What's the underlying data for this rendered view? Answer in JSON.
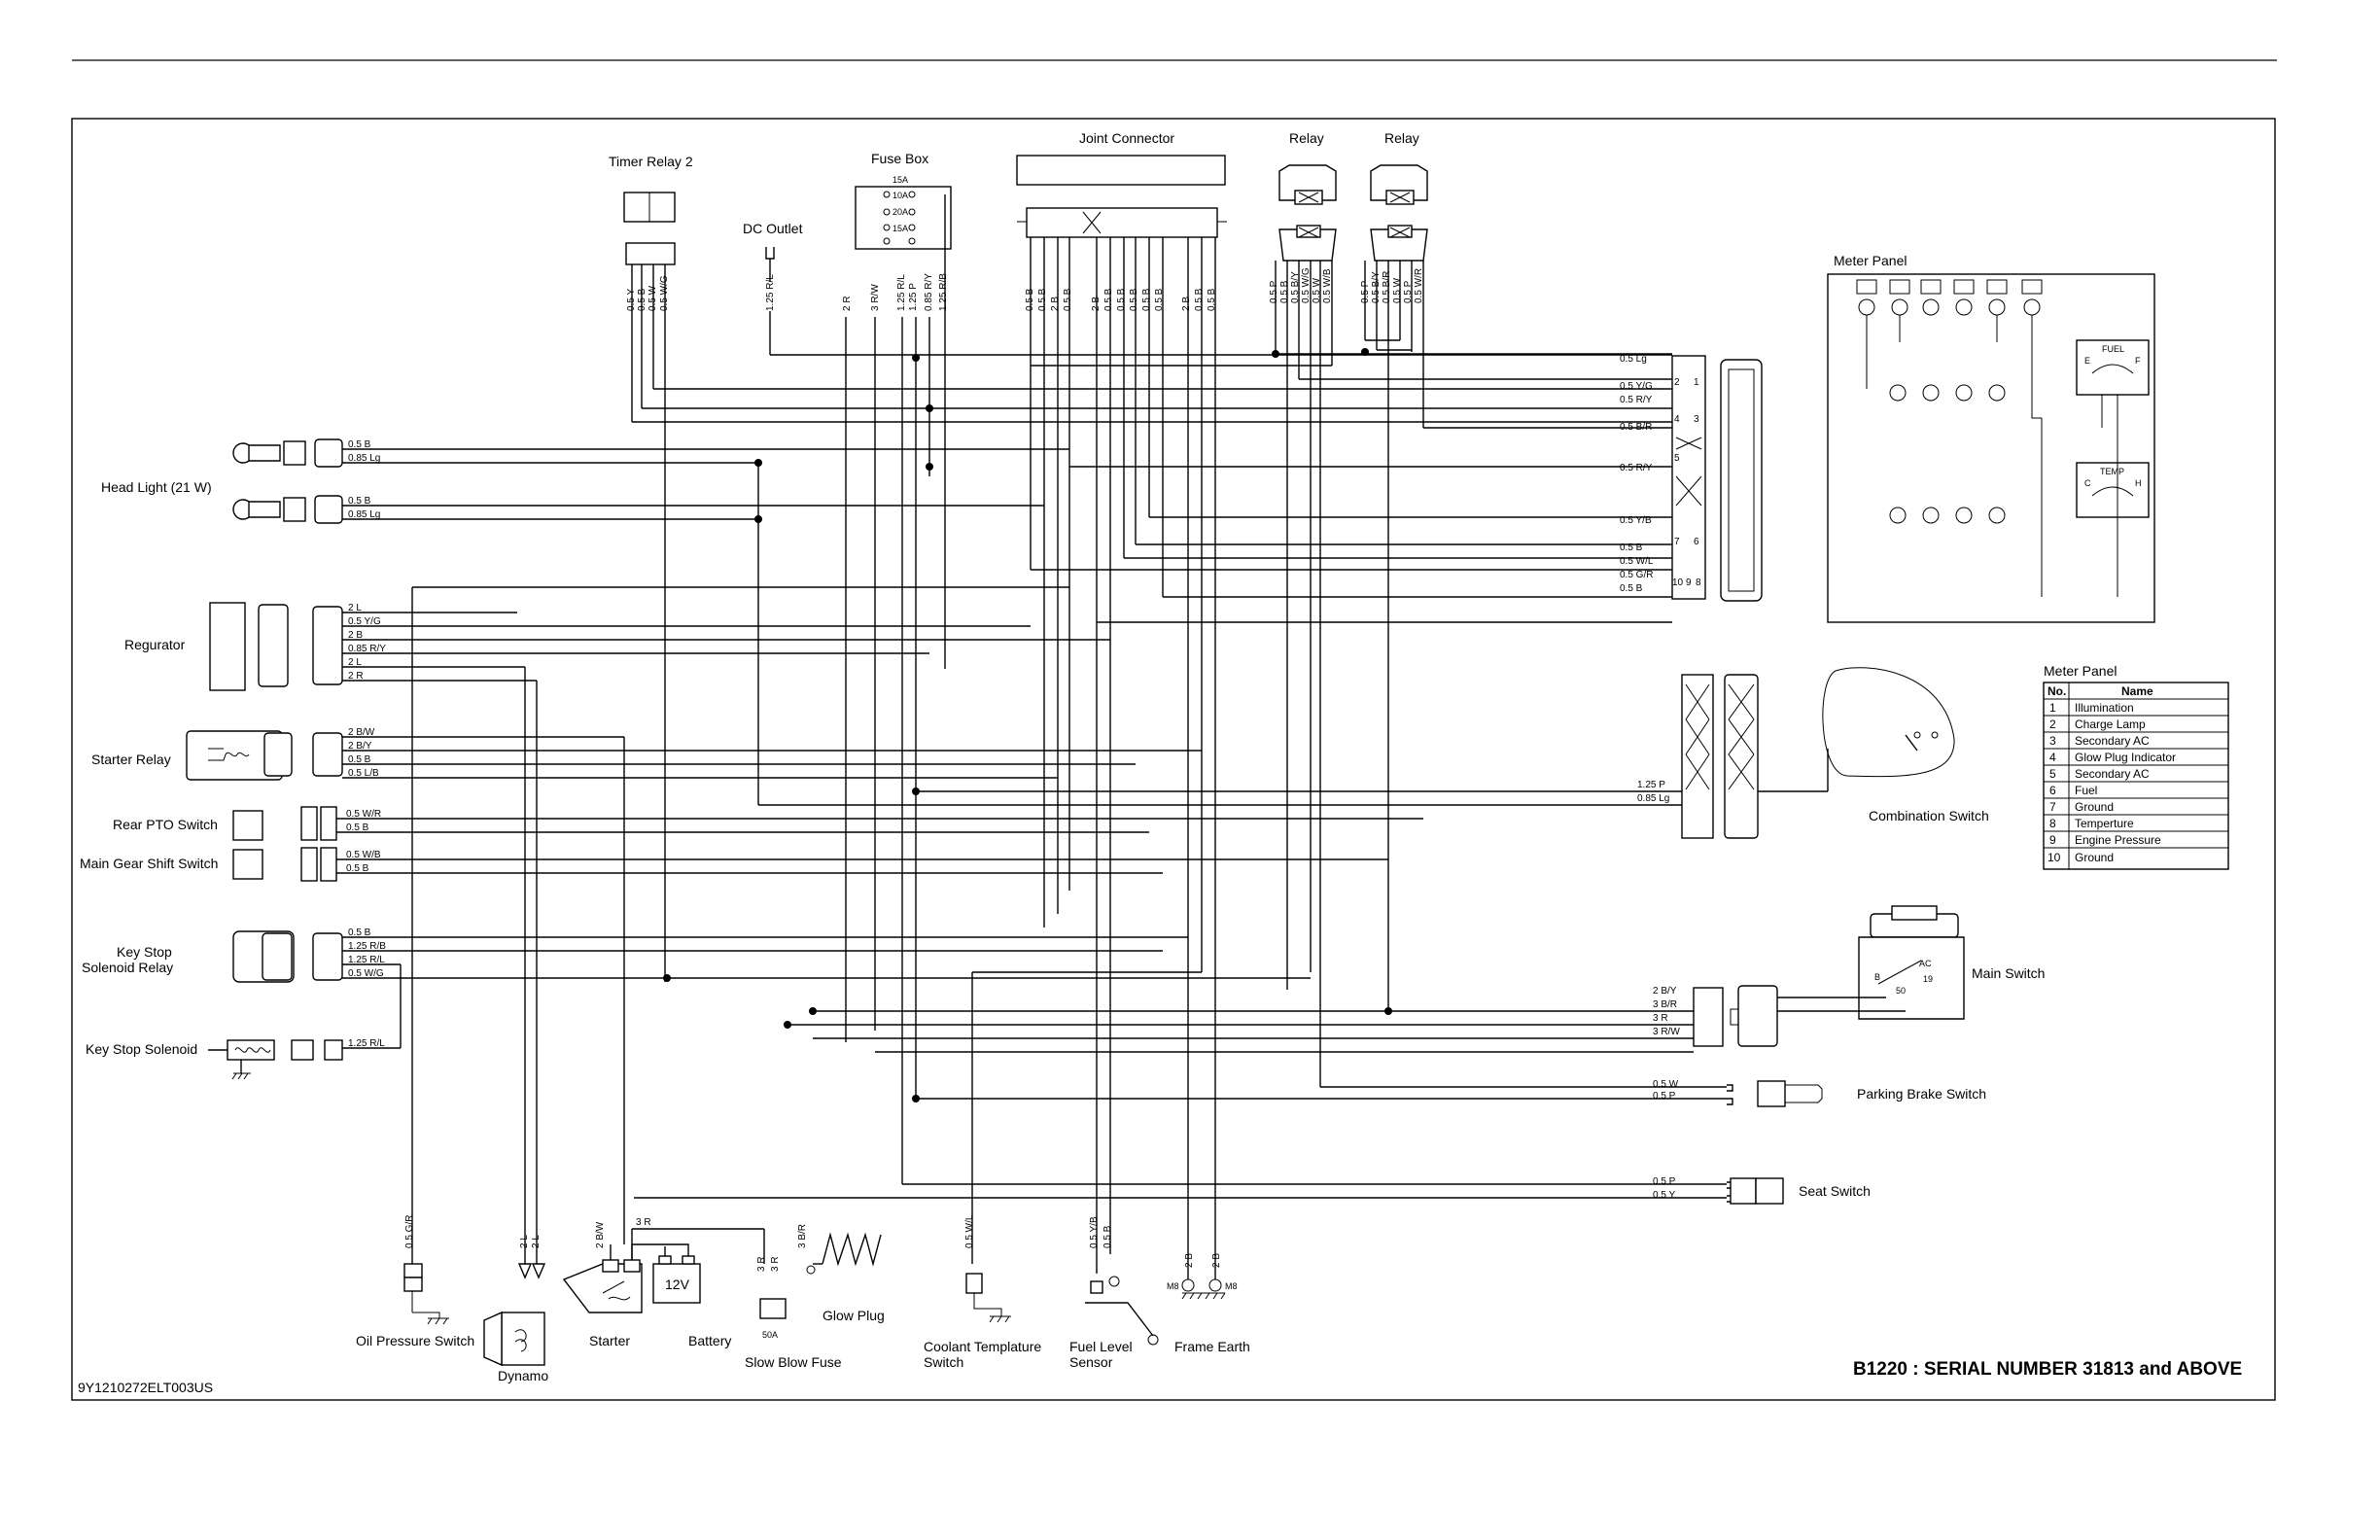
{
  "document": {
    "code": "9Y1210272ELT003US",
    "model_title": "B1220 : SERIAL NUMBER 31813 and ABOVE"
  },
  "components": {
    "timer_relay_2": "Timer Relay 2",
    "fuse_box": "Fuse Box",
    "dc_outlet": "DC Outlet",
    "joint_connector": "Joint Connector",
    "relay_1": "Relay",
    "relay_2": "Relay",
    "meter_panel": "Meter Panel",
    "head_light": "Head Light (21 W)",
    "regurator": "Regurator",
    "starter_relay": "Starter Relay",
    "rear_pto_switch": "Rear PTO Switch",
    "main_gear_shift_switch": "Main Gear Shift Switch",
    "key_stop_solenoid_relay_1": "Key Stop",
    "key_stop_solenoid_relay_2": "Solenoid Relay",
    "key_stop_solenoid": "Key Stop Solenoid",
    "combination_switch": "Combination Switch",
    "main_switch": "Main Switch",
    "parking_brake_switch": "Parking Brake Switch",
    "seat_switch": "Seat Switch",
    "oil_pressure_switch": "Oil Pressure Switch",
    "dynamo": "Dynamo",
    "starter": "Starter",
    "battery": "Battery",
    "battery_voltage": "12V",
    "slow_blow_fuse": "Slow Blow Fuse",
    "slow_blow_fuse_rating": "50A",
    "glow_plug": "Glow Plug",
    "coolant_switch_1": "Coolant Templature",
    "coolant_switch_2": "Switch",
    "fuel_level_sensor_1": "Fuel Level",
    "fuel_level_sensor_2": "Sensor",
    "frame_earth": "Frame Earth",
    "fuel_gauge": "FUEL",
    "temp_gauge": "TEMP"
  },
  "fuses": [
    "15A",
    "10A",
    "20A",
    "15A"
  ],
  "meter_table": {
    "title": "Meter Panel",
    "headers": [
      "No.",
      "Name"
    ],
    "rows": [
      [
        "1",
        "Illumination"
      ],
      [
        "2",
        "Charge Lamp"
      ],
      [
        "3",
        "Secondary AC"
      ],
      [
        "4",
        "Glow Plug Indicator"
      ],
      [
        "5",
        "Secondary AC"
      ],
      [
        "6",
        "Fuel"
      ],
      [
        "7",
        "Ground"
      ],
      [
        "8",
        "Temperture"
      ],
      [
        "9",
        "Engine Pressure"
      ],
      [
        "10",
        "Ground"
      ]
    ]
  },
  "wire_labels": {
    "headlight_1": [
      "0.5 B",
      "0.85 Lg"
    ],
    "headlight_2": [
      "0.5 B",
      "0.85 Lg"
    ],
    "regurator": [
      "2 L",
      "0.5 Y/G",
      "2 B",
      "0.85 R/Y",
      "2 L",
      "2 R"
    ],
    "starter_relay": [
      "2 B/W",
      "2 B/Y",
      "0.5 B",
      "0.5 L/B"
    ],
    "rear_pto": [
      "0.5 W/R",
      "0.5 B"
    ],
    "gear_shift": [
      "0.5 W/B",
      "0.5 B"
    ],
    "key_stop_relay": [
      "0.5 B",
      "1.25 R/B",
      "1.25 R/L",
      "0.5 W/G"
    ],
    "key_stop_solenoid": "1.25 R/L",
    "meter_left": [
      "0.5 Lg",
      "0.5 Y/G",
      "0.5 R/Y",
      "0.5 B/R",
      "0.5 R/Y",
      "0.5 Y/B",
      "0.5 B",
      "0.5 W/L",
      "0.5 G/R",
      "0.5 B"
    ],
    "combination": [
      "1.25 P",
      "0.85 Lg"
    ],
    "main_switch": [
      "2 B/Y",
      "3 B/R",
      "3 R",
      "3 R/W"
    ],
    "parking_brake": [
      "0.5 W",
      "0.5 P"
    ],
    "seat_switch": [
      "0.5 P",
      "0.5 Y"
    ],
    "timer_relay_vertical": [
      "0.5 Y",
      "0.5 B",
      "0.5 W",
      "0.5 W/G"
    ],
    "dc_outlet_vertical": "1.25 R/L",
    "fuse_vertical": [
      "2 R",
      "3 R/W",
      "1.25 R/L",
      "1.25 P",
      "0.85 R/Y",
      "1.25 R/B"
    ],
    "joint_vertical": [
      "0.5 B",
      "0.5 B",
      "2 B",
      "0.5 B",
      "2 B",
      "0.5 B",
      "0.5 B",
      "0.5 B",
      "0.5 B",
      "0.5 B",
      "2 B",
      "0.5 B",
      "0.5 B"
    ],
    "relay1_vertical": [
      "0.5 P",
      "0.5 B",
      "0.5 B/Y",
      "0.5 W/G",
      "0.5 W",
      "0.5 W/B"
    ],
    "relay2_vertical": [
      "0.5 P",
      "0.5 B/Y",
      "0.5 B/R",
      "0.5 W",
      "0.5 P",
      "0.5 W/R"
    ],
    "oil_pressure_vertical": "0.5 G/R",
    "dynamo_vertical": [
      "2 L",
      "2 L"
    ],
    "starter_vertical": [
      "2 B/W",
      "3 R"
    ],
    "slow_blow_vertical": [
      "3 R",
      "3 R"
    ],
    "glow_vertical": "3 B/R",
    "coolant_vertical": "0.5 W/L",
    "fuel_level_vertical": [
      "0.5 Y/B",
      "0.5 B"
    ],
    "frame_earth_vertical": [
      "2 B",
      "2 B"
    ],
    "frame_earth_bolts": [
      "M8",
      "M8"
    ]
  },
  "meter_pins": [
    "1",
    "2",
    "3",
    "4",
    "5",
    "6",
    "7",
    "8",
    "9",
    "10"
  ],
  "main_switch_terminals": [
    "B",
    "AC",
    "19",
    "50"
  ],
  "gauge_marks": {
    "fuel": [
      "E",
      "F"
    ],
    "temp": [
      "C",
      "H"
    ]
  }
}
